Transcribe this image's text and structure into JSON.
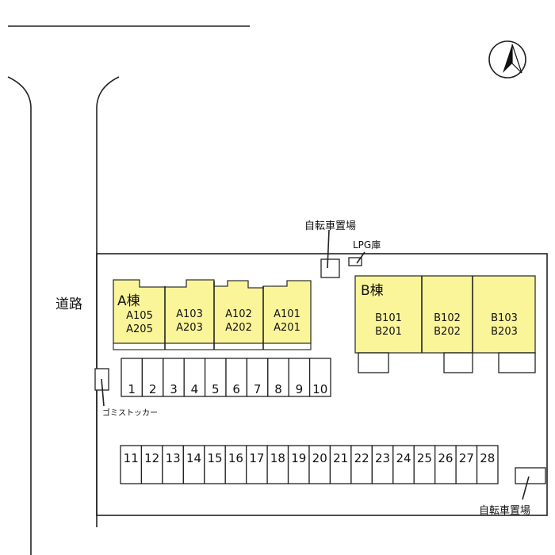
{
  "road_label": "道路",
  "compass": {
    "icon": "north-arrow-icon"
  },
  "building_a": {
    "label": "A棟",
    "units": [
      {
        "lower": "A105",
        "upper": "A205"
      },
      {
        "lower": "A103",
        "upper": "A203"
      },
      {
        "lower": "A102",
        "upper": "A202"
      },
      {
        "lower": "A101",
        "upper": "A201"
      }
    ]
  },
  "building_b": {
    "label": "B棟",
    "units": [
      {
        "lower": "B101",
        "upper": "B201"
      },
      {
        "lower": "B102",
        "upper": "B202"
      },
      {
        "lower": "B103",
        "upper": "B203"
      }
    ]
  },
  "parking_row1": [
    "1",
    "2",
    "3",
    "4",
    "5",
    "6",
    "7",
    "8",
    "9",
    "10"
  ],
  "parking_row2": [
    "11",
    "12",
    "13",
    "14",
    "15",
    "16",
    "17",
    "18",
    "19",
    "20",
    "21",
    "22",
    "23",
    "24",
    "25",
    "26",
    "27",
    "28"
  ],
  "labels": {
    "bike_parking_top": "自転車置場",
    "lpg": "LPG庫",
    "garbage": "ゴミストッカー",
    "bike_parking_bottom": "自転車置場"
  },
  "colors": {
    "building": "#fbf59a",
    "line": "#222222"
  }
}
